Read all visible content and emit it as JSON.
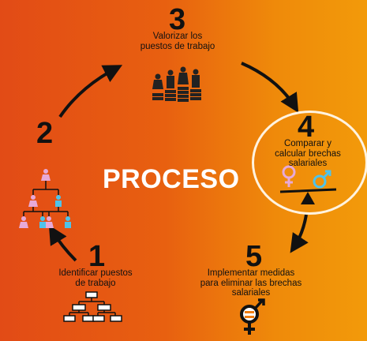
{
  "title": "PROCESO",
  "steps": [
    {
      "number": "1",
      "label_lines": [
        "Identificar puestos",
        "de trabajo"
      ],
      "icon": "org-chart-icon"
    },
    {
      "number": "2",
      "label_lines": [],
      "icon": "gender-hierarchy-icon"
    },
    {
      "number": "3",
      "label_lines": [
        "Valorizar los",
        "puestos de trabajo"
      ],
      "icon": "people-on-coin-stacks-icon"
    },
    {
      "number": "4",
      "label_lines": [
        "Comparar y",
        "calcular brechas",
        "salariales"
      ],
      "icon": "gender-balance-scale-icon"
    },
    {
      "number": "5",
      "label_lines": [
        "Implementar medidas",
        "para eliminar las brechas",
        "salariales"
      ],
      "icon": "gender-equality-icon"
    }
  ],
  "colors": {
    "bg_left": "#e24b16",
    "bg_right": "#f29a0a",
    "text": "#111111",
    "title": "#ffffff",
    "female": "#e7a9d7",
    "male": "#4fc3ea",
    "highlight_ring": "#fff3e0"
  }
}
